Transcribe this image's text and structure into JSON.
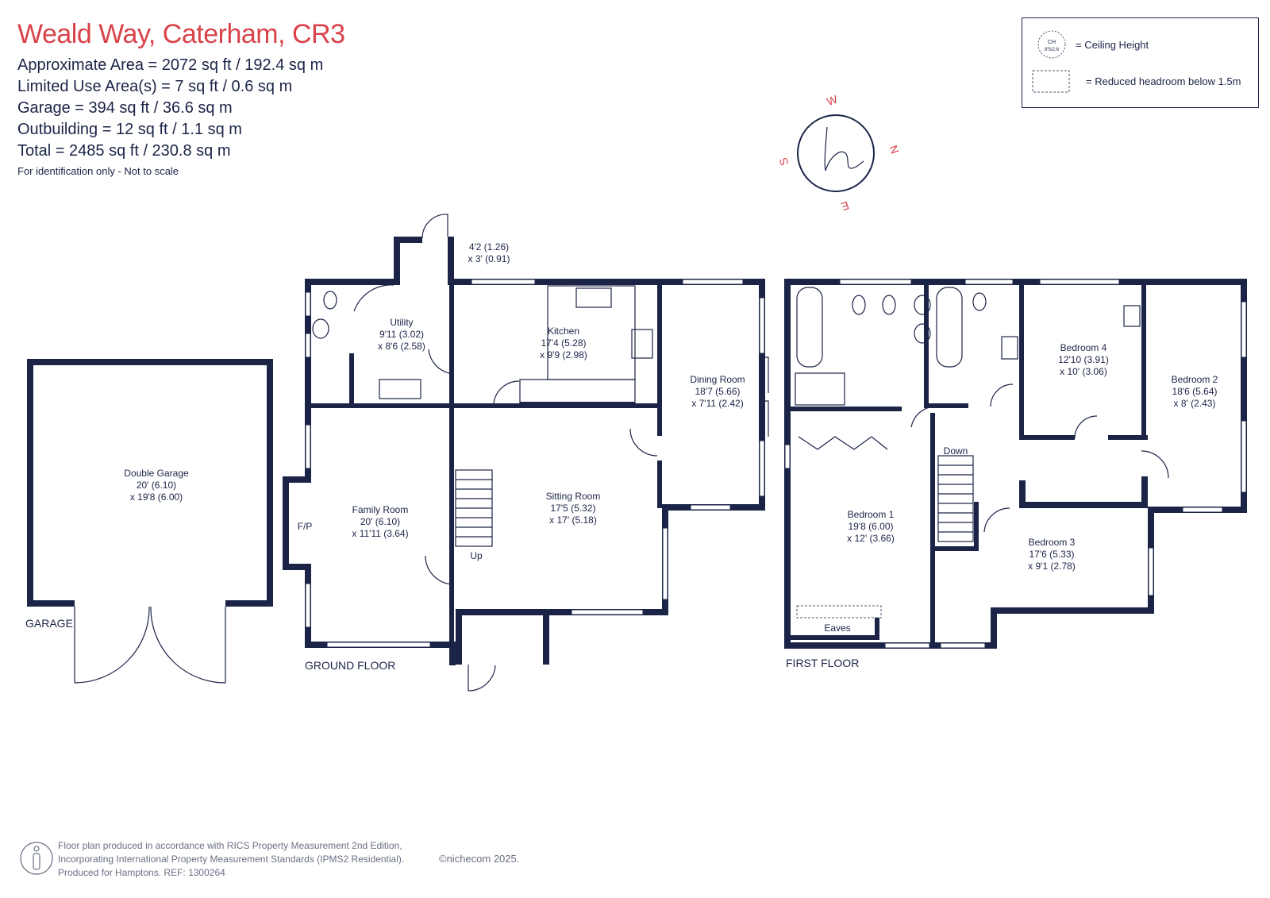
{
  "header": {
    "title": "Weald Way, Caterham, CR3",
    "areas": [
      "Approximate Area = 2072 sq ft / 192.4 sq m",
      "Limited Use Area(s) = 7 sq ft / 0.6 sq m",
      "Garage = 394 sq ft / 36.6 sq m",
      "Outbuilding = 12 sq ft / 1.1 sq m",
      "Total = 2485 sq ft / 230.8 sq m"
    ],
    "note": "For identification only - Not to scale"
  },
  "legend": {
    "ceiling_symbol": [
      "CH",
      "8'5/2.6"
    ],
    "ceiling_label": "= Ceiling Height",
    "reduced_label": "= Reduced headroom below 1.5m"
  },
  "compass": {
    "n": "N",
    "e": "E",
    "s": "S",
    "w": "W",
    "logo": "h"
  },
  "floors": {
    "garage": "GARAGE",
    "ground": "GROUND FLOOR",
    "first": "FIRST FLOOR"
  },
  "rooms": {
    "garage": [
      "Double Garage",
      "20' (6.10)",
      "x 19'8 (6.00)"
    ],
    "store": [
      "4'2 (1.26)",
      "x 3' (0.91)"
    ],
    "utility": [
      "Utility",
      "9'11 (3.02)",
      "x 8'6 (2.58)"
    ],
    "kitchen": [
      "Kitchen",
      "17'4 (5.28)",
      "x 9'9 (2.98)"
    ],
    "dining": [
      "Dining Room",
      "18'7 (5.66)",
      "x 7'11 (2.42)"
    ],
    "family": [
      "Family Room",
      "20' (6.10)",
      "x 11'11 (3.64)"
    ],
    "sitting": [
      "Sitting Room",
      "17'5 (5.32)",
      "x 17' (5.18)"
    ],
    "bed4": [
      "Bedroom 4",
      "12'10 (3.91)",
      "x 10' (3.06)"
    ],
    "bed2": [
      "Bedroom 2",
      "18'6 (5.64)",
      "x 8' (2.43)"
    ],
    "bed1": [
      "Bedroom 1",
      "19'8 (6.00)",
      "x 12' (3.66)"
    ],
    "bed3": [
      "Bedroom 3",
      "17'6 (5.33)",
      "x 9'1 (2.78)"
    ],
    "fp": "F/P",
    "up": "Up",
    "down": "Down",
    "eaves": "Eaves"
  },
  "footer": {
    "lines": [
      "Floor plan produced in accordance with RICS Property Measurement 2nd Edition,",
      "Incorporating International Property Measurement Standards (IPMS2 Residential).",
      "Produced for Hamptons.   REF: 1300264"
    ],
    "copyright": "©nichecom 2025."
  },
  "colors": {
    "brand": "#d9434a",
    "ink": "#1b2447"
  }
}
